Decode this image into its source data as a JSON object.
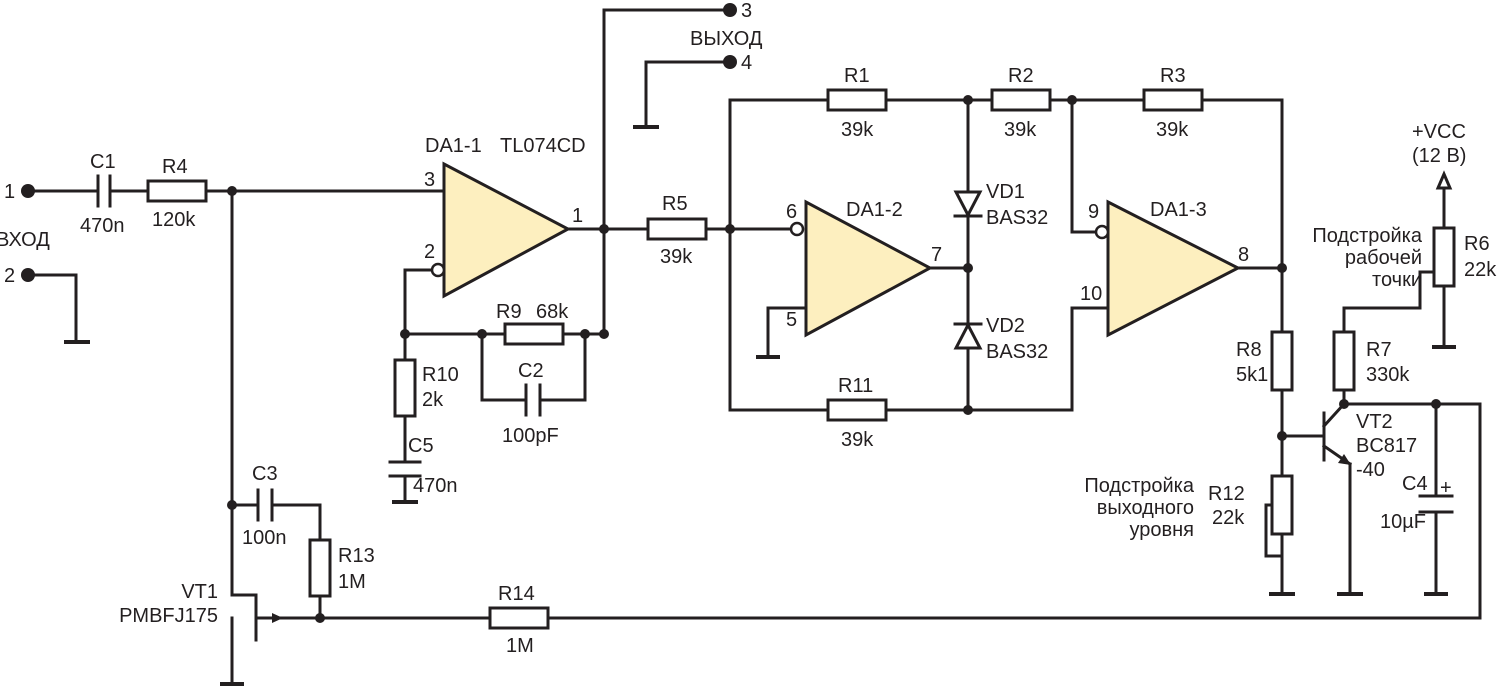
{
  "colors": {
    "line": "#231f20",
    "opamp_fill": "#fdefbf",
    "background": "#ffffff"
  },
  "labels": {
    "in_pin1": "1",
    "in_pin2": "2",
    "in_name": "ВХОД",
    "out_pin3": "3",
    "out_pin4": "4",
    "out_name": "ВЫХОД",
    "c1_name": "C1",
    "c1_value": "470n",
    "r4_name": "R4",
    "r4_value": "120k",
    "da11_name": "DA1-1",
    "da11_part": "TL074CD",
    "da11_pin3": "3",
    "da11_pin2": "2",
    "da11_pin1": "1",
    "r9_name": "R9",
    "r9_value": "68k",
    "c2_name": "C2",
    "c2_value": "100pF",
    "r10_name": "R10",
    "r10_value": "2k",
    "c5_name": "C5",
    "c5_value": "470n",
    "r5_name": "R5",
    "r5_value": "39k",
    "r1_name": "R1",
    "r1_value": "39k",
    "r2_name": "R2",
    "r2_value": "39k",
    "r3_name": "R3",
    "r3_value": "39k",
    "r11_name": "R11",
    "r11_value": "39k",
    "da12_name": "DA1-2",
    "da12_pin6": "6",
    "da12_pin5": "5",
    "da12_pin7": "7",
    "vd1_name": "VD1",
    "vd1_part": "BAS32",
    "vd2_name": "VD2",
    "vd2_part": "BAS32",
    "da13_name": "DA1-3",
    "da13_pin9": "9",
    "da13_pin10": "10",
    "da13_pin8": "8",
    "vcc_line1": "+VCC",
    "vcc_line2": "(12 В)",
    "trim1_line1": "Подстройка",
    "trim1_line2": "рабочей",
    "trim1_line3": "точки",
    "r6_name": "R6",
    "r6_value": "22k",
    "r7_name": "R7",
    "r7_value": "330k",
    "r8_name": "R8",
    "r8_value": "5k1",
    "vt2_name": "VT2",
    "vt2_part1": "BC817",
    "vt2_part2": "-40",
    "c4_name": "C4",
    "c4_plus": "+",
    "c4_value": "10µF",
    "trim2_line1": "Подстройка",
    "trim2_line2": "выходного",
    "trim2_line3": "уровня",
    "r12_name": "R12",
    "r12_value": "22k",
    "c3_name": "C3",
    "c3_value": "100n",
    "r13_name": "R13",
    "r13_value": "1M",
    "vt1_name": "VT1",
    "vt1_part": "PMBFJ175",
    "r14_name": "R14",
    "r14_value": "1M"
  }
}
